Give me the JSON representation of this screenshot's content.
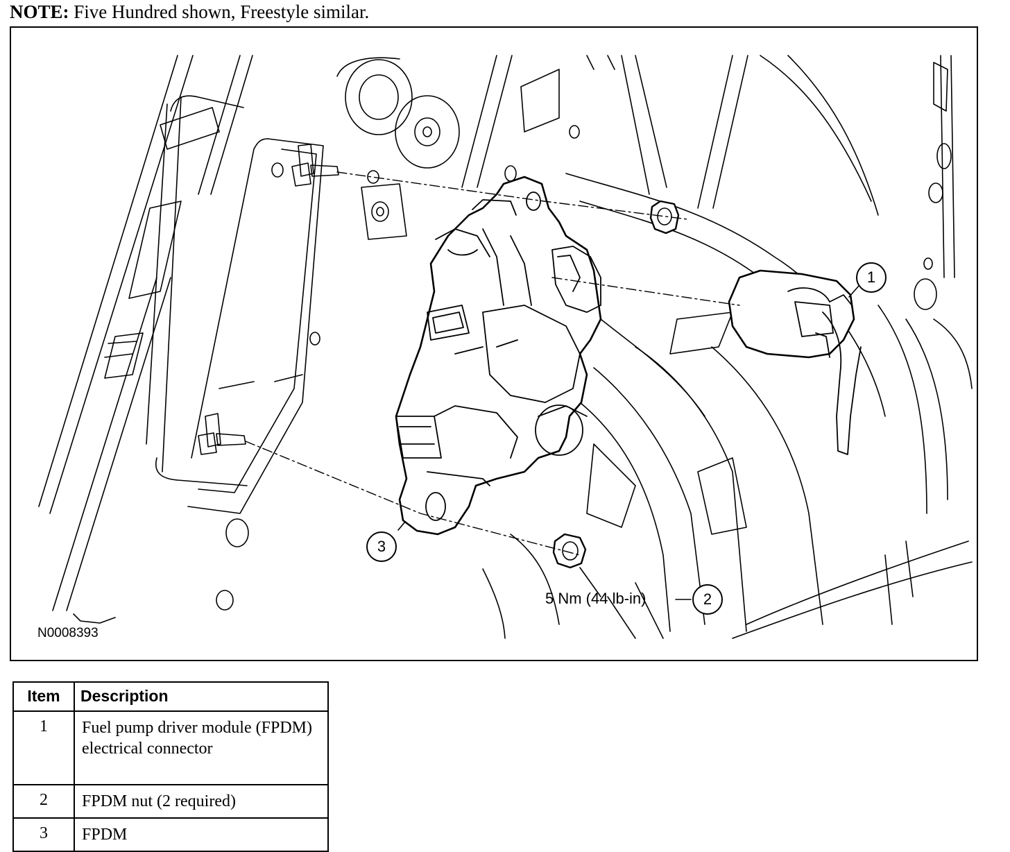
{
  "note": {
    "prefix": "NOTE:",
    "text": " Five Hundred shown, Freestyle similar."
  },
  "figure": {
    "id": "N0008393",
    "torque_label": "5 Nm (44 lb-in)",
    "callouts": [
      "1",
      "2",
      "3"
    ]
  },
  "table": {
    "headers": [
      "Item",
      "Description"
    ],
    "rows": [
      {
        "item": "1",
        "description": "Fuel pump driver module (FPDM) electrical connector"
      },
      {
        "item": "2",
        "description": "FPDM nut (2 required)"
      },
      {
        "item": "3",
        "description": "FPDM"
      }
    ]
  }
}
